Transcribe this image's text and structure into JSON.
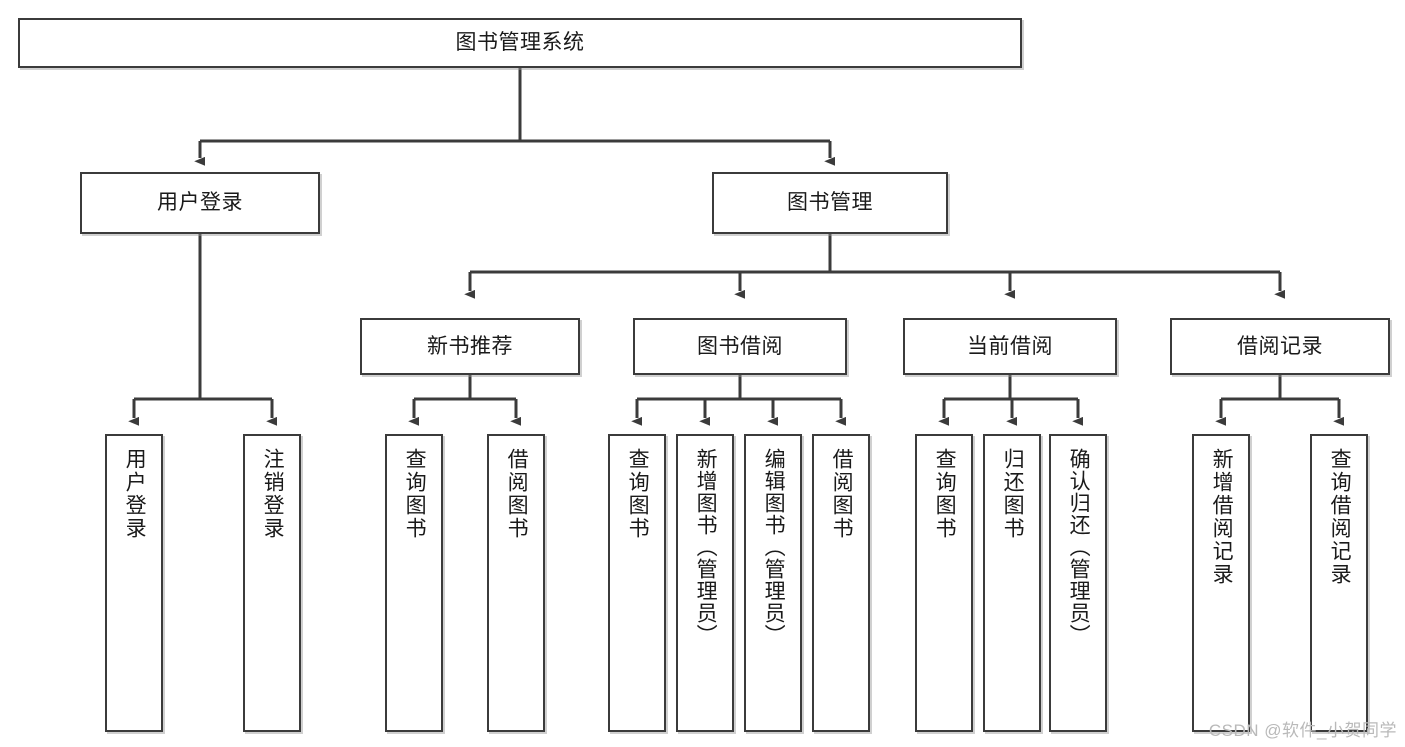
{
  "diagram": {
    "title": "图书管理系统",
    "type": "tree-hierarchy",
    "watermark": "CSDN @软件_小贺同学",
    "colors": {
      "border": "#3b3b3b",
      "background": "#ffffff",
      "text": "#1a1a1a",
      "watermark": "#b9b9b9"
    },
    "nodes": {
      "root": {
        "label": "图书管理系统"
      },
      "level1": [
        {
          "label": "用户登录"
        },
        {
          "label": "图书管理"
        }
      ],
      "level2": [
        {
          "label": "新书推荐"
        },
        {
          "label": "图书借阅"
        },
        {
          "label": "当前借阅"
        },
        {
          "label": "借阅记录"
        }
      ],
      "leaves": {
        "user_login": [
          {
            "label": "用户登录"
          },
          {
            "label": "注销登录"
          }
        ],
        "new_book_recommend": [
          {
            "label": "查询图书"
          },
          {
            "label": "借阅图书"
          }
        ],
        "book_borrow": [
          {
            "label": "查询图书"
          },
          {
            "label": "新增图书（管理员）"
          },
          {
            "label": "编辑图书（管理员）"
          },
          {
            "label": "借阅图书"
          }
        ],
        "current_borrow": [
          {
            "label": "查询图书"
          },
          {
            "label": "归还图书"
          },
          {
            "label": "确认归还（管理员）"
          }
        ],
        "borrow_record": [
          {
            "label": "新增借阅记录"
          },
          {
            "label": "查询借阅记录"
          }
        ]
      }
    }
  }
}
